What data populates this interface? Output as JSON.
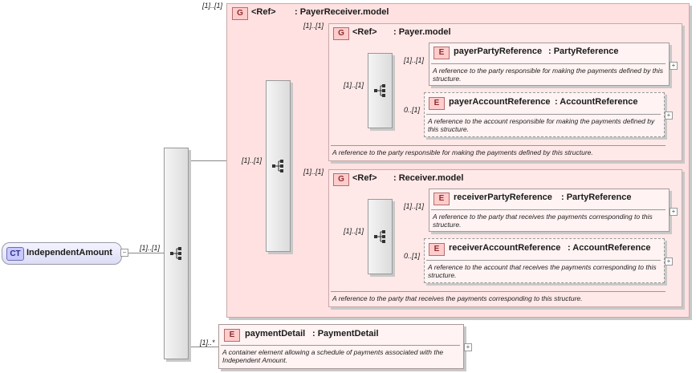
{
  "root": {
    "badge": "CT",
    "name": "IndependentAmount"
  },
  "cards": {
    "root_seq": "[1]..[1]",
    "group_outer": "[1]..[1]",
    "seq_mid": "[1]..[1]",
    "payer_group": "[1]..[1]",
    "payer_seq": "[1]..[1]",
    "payer_party": "[1]..[1]",
    "payer_account": "0..[1]",
    "receiver_group": "[1]..[1]",
    "receiver_seq": "[1]..[1]",
    "receiver_party": "[1]..[1]",
    "receiver_account": "0..[1]",
    "payment_detail": "[1]..*"
  },
  "groups": {
    "payer_receiver": {
      "badge": "G",
      "ref": "<Ref>",
      "name": ": PayerReceiver.model"
    },
    "payer": {
      "badge": "G",
      "ref": "<Ref>",
      "name": ": Payer.model",
      "desc": "A reference to the party responsible for making the payments defined by this structure."
    },
    "receiver": {
      "badge": "G",
      "ref": "<Ref>",
      "name": ": Receiver.model",
      "desc": "A reference to the party that receives the payments corresponding to this structure."
    }
  },
  "elements": {
    "payer_party": {
      "badge": "E",
      "name": "payerPartyReference",
      "type": ": PartyReference",
      "desc": "A reference to the party responsible for making the payments defined by this structure."
    },
    "payer_account": {
      "badge": "E",
      "name": "payerAccountReference",
      "type": ": AccountReference",
      "desc": "A reference to the account responsible for making the payments defined by this structure."
    },
    "receiver_party": {
      "badge": "E",
      "name": "receiverPartyReference",
      "type": ": PartyReference",
      "desc": "A reference to the party that receives the payments corresponding to this structure."
    },
    "receiver_account": {
      "badge": "E",
      "name": "receiverAccountReference",
      "type": ": AccountReference",
      "desc": "A reference to the account that receives the payments corresponding to this structure."
    },
    "payment_detail": {
      "badge": "E",
      "name": "paymentDetail",
      "type": ": PaymentDetail",
      "desc": "A container element allowing a schedule of payments associated with the Independent Amount."
    }
  },
  "icons": {
    "sequence": "sequence-icon",
    "expand": "+"
  }
}
